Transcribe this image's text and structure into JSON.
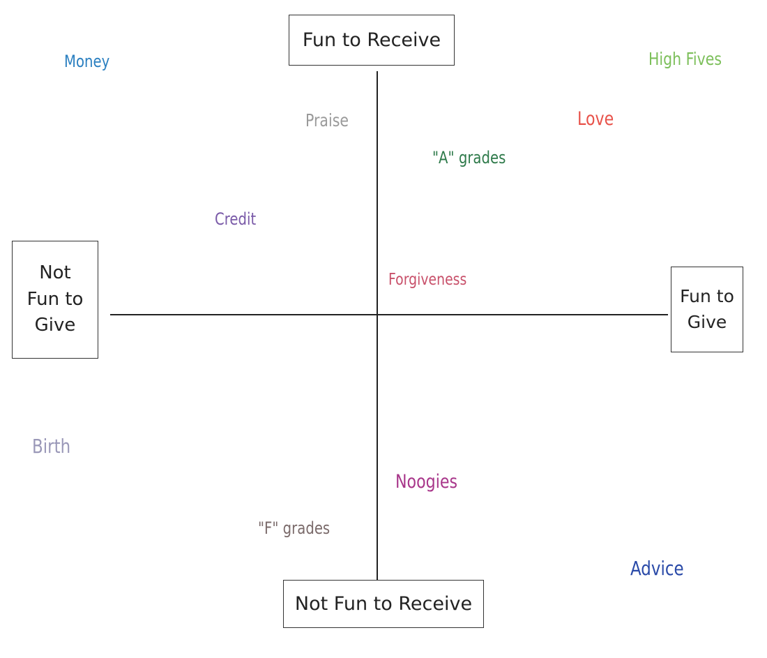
{
  "axes": {
    "top_label": "Fun to Receive",
    "bottom_label": "Not Fun to Receive",
    "left_label": "Not\nFun to\nGive",
    "right_label": "Fun to\nGive"
  },
  "items": [
    {
      "label": "Money",
      "color": "#2a7fc0"
    },
    {
      "label": "High Fives",
      "color": "#7cbf5a"
    },
    {
      "label": "Praise",
      "color": "#9a9a9a"
    },
    {
      "label": "Love",
      "color": "#e8524a"
    },
    {
      "label": "\"A\" grades",
      "color": "#2e7a4a"
    },
    {
      "label": "Credit",
      "color": "#7a5aa8"
    },
    {
      "label": "Forgiveness",
      "color": "#c8506a"
    },
    {
      "label": "Birth",
      "color": "#9a98b8"
    },
    {
      "label": "Noogies",
      "color": "#a8368a"
    },
    {
      "label": "\"F\" grades",
      "color": "#7a6a6a"
    },
    {
      "label": "Advice",
      "color": "#2a4aa8"
    }
  ]
}
